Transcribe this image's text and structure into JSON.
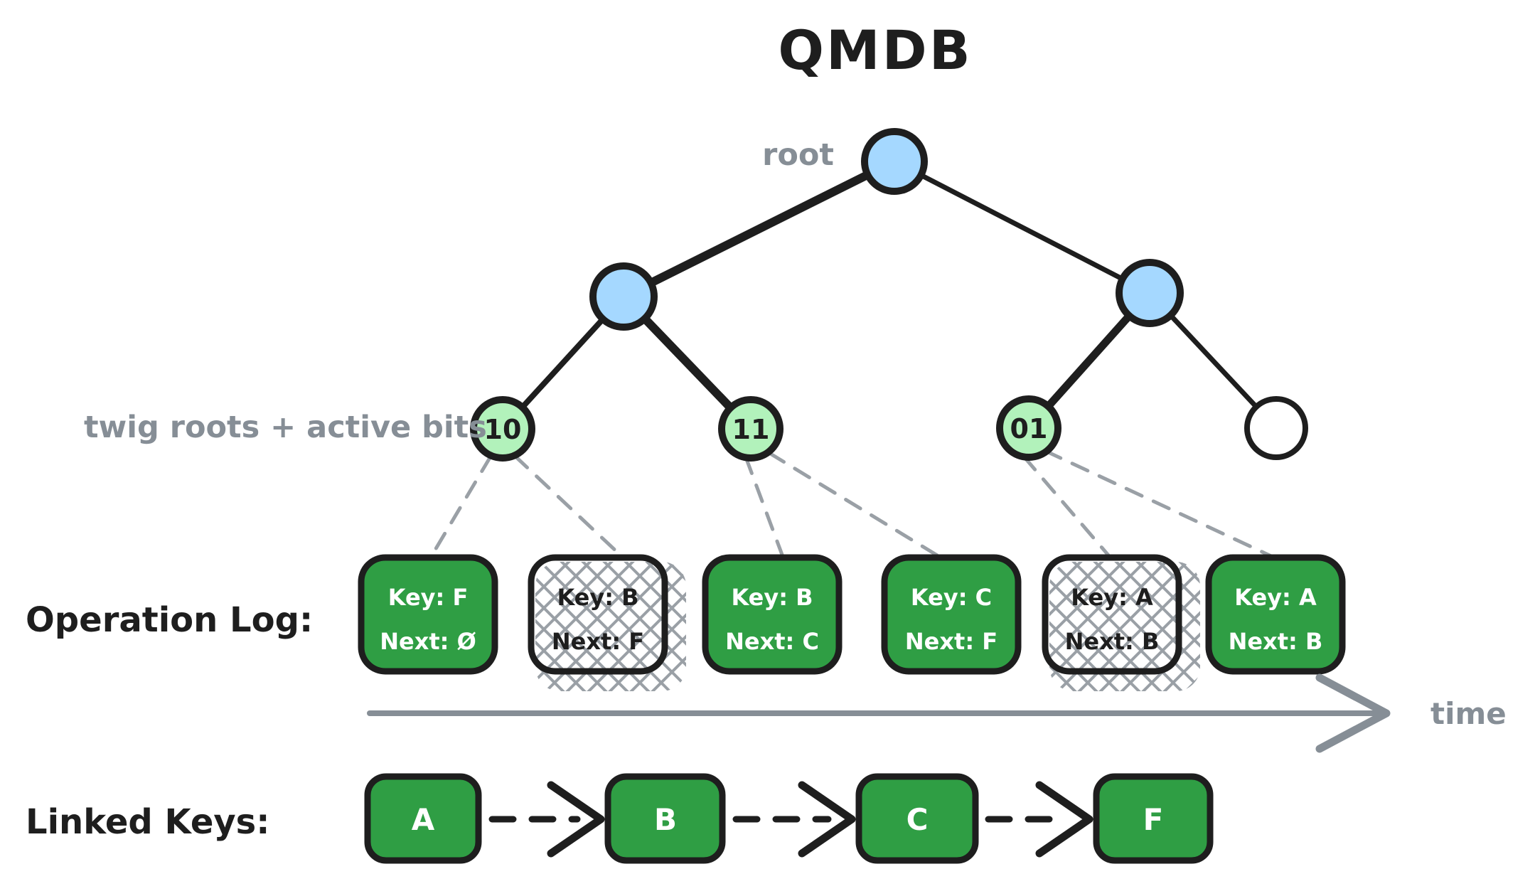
{
  "title": "QMDB",
  "colors": {
    "node_blue": "#a5d8ff",
    "twig_green": "#b2f2bb",
    "box_green": "#2f9e44",
    "stroke_black": "#1e1e1e",
    "label_gray": "#868e96",
    "hatch_gray": "#9aa0a6",
    "text_white": "#ffffff",
    "background": "#ffffff"
  },
  "tree": {
    "root_label": "root",
    "twig_label": "twig roots + active bits",
    "leaves": [
      {
        "label": "10",
        "style": "green"
      },
      {
        "label": "11",
        "style": "green"
      },
      {
        "label": "01",
        "style": "green"
      },
      {
        "label": "",
        "style": "white"
      }
    ]
  },
  "operation_log": {
    "label": "Operation Log:",
    "entries": [
      {
        "key": "Key: F",
        "next": "Next: Ø",
        "style": "solid-green"
      },
      {
        "key": "Key: B",
        "next": "Next: F",
        "style": "crosshatched"
      },
      {
        "key": "Key: B",
        "next": "Next: C",
        "style": "solid-green"
      },
      {
        "key": "Key: C",
        "next": "Next: F",
        "style": "solid-green"
      },
      {
        "key": "Key: A",
        "next": "Next: B",
        "style": "crosshatched"
      },
      {
        "key": "Key: A",
        "next": "Next: B",
        "style": "solid-green"
      }
    ],
    "time_label": "time"
  },
  "linked_keys": {
    "label": "Linked Keys:",
    "nodes": [
      "A",
      "B",
      "C",
      "F"
    ]
  }
}
